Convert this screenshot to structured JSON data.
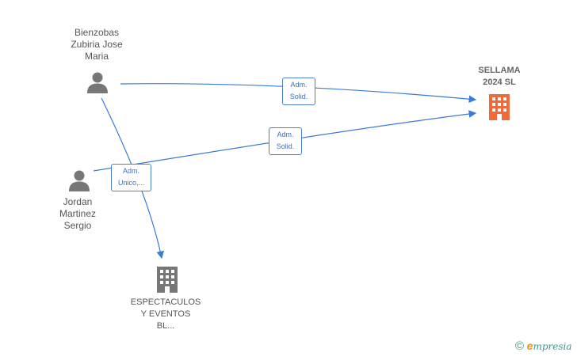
{
  "nodes": {
    "person1": {
      "lines": [
        "Bienzobas",
        "Zubiria Jose",
        "Maria"
      ]
    },
    "person2": {
      "lines": [
        "Jordan",
        "Martinez",
        "Sergio"
      ]
    },
    "company_main": {
      "lines": [
        "SELLAMA",
        "2024  SL"
      ]
    },
    "company_other": {
      "lines": [
        "ESPECTACULOS",
        "Y EVENTOS",
        "BL..."
      ]
    }
  },
  "edges": {
    "e1": {
      "lines": [
        "Adm.",
        "Solid."
      ]
    },
    "e2": {
      "lines": [
        "Adm.",
        "Solid."
      ]
    },
    "e3": {
      "lines": [
        "Adm.",
        "Unico,..."
      ]
    }
  },
  "colors": {
    "edge": "#3a7bd5",
    "person": "#777777",
    "company_main": "#f26a3a",
    "company_other": "#777777"
  },
  "brand": {
    "copyright": "©",
    "e": "e",
    "name": "mpresia"
  }
}
